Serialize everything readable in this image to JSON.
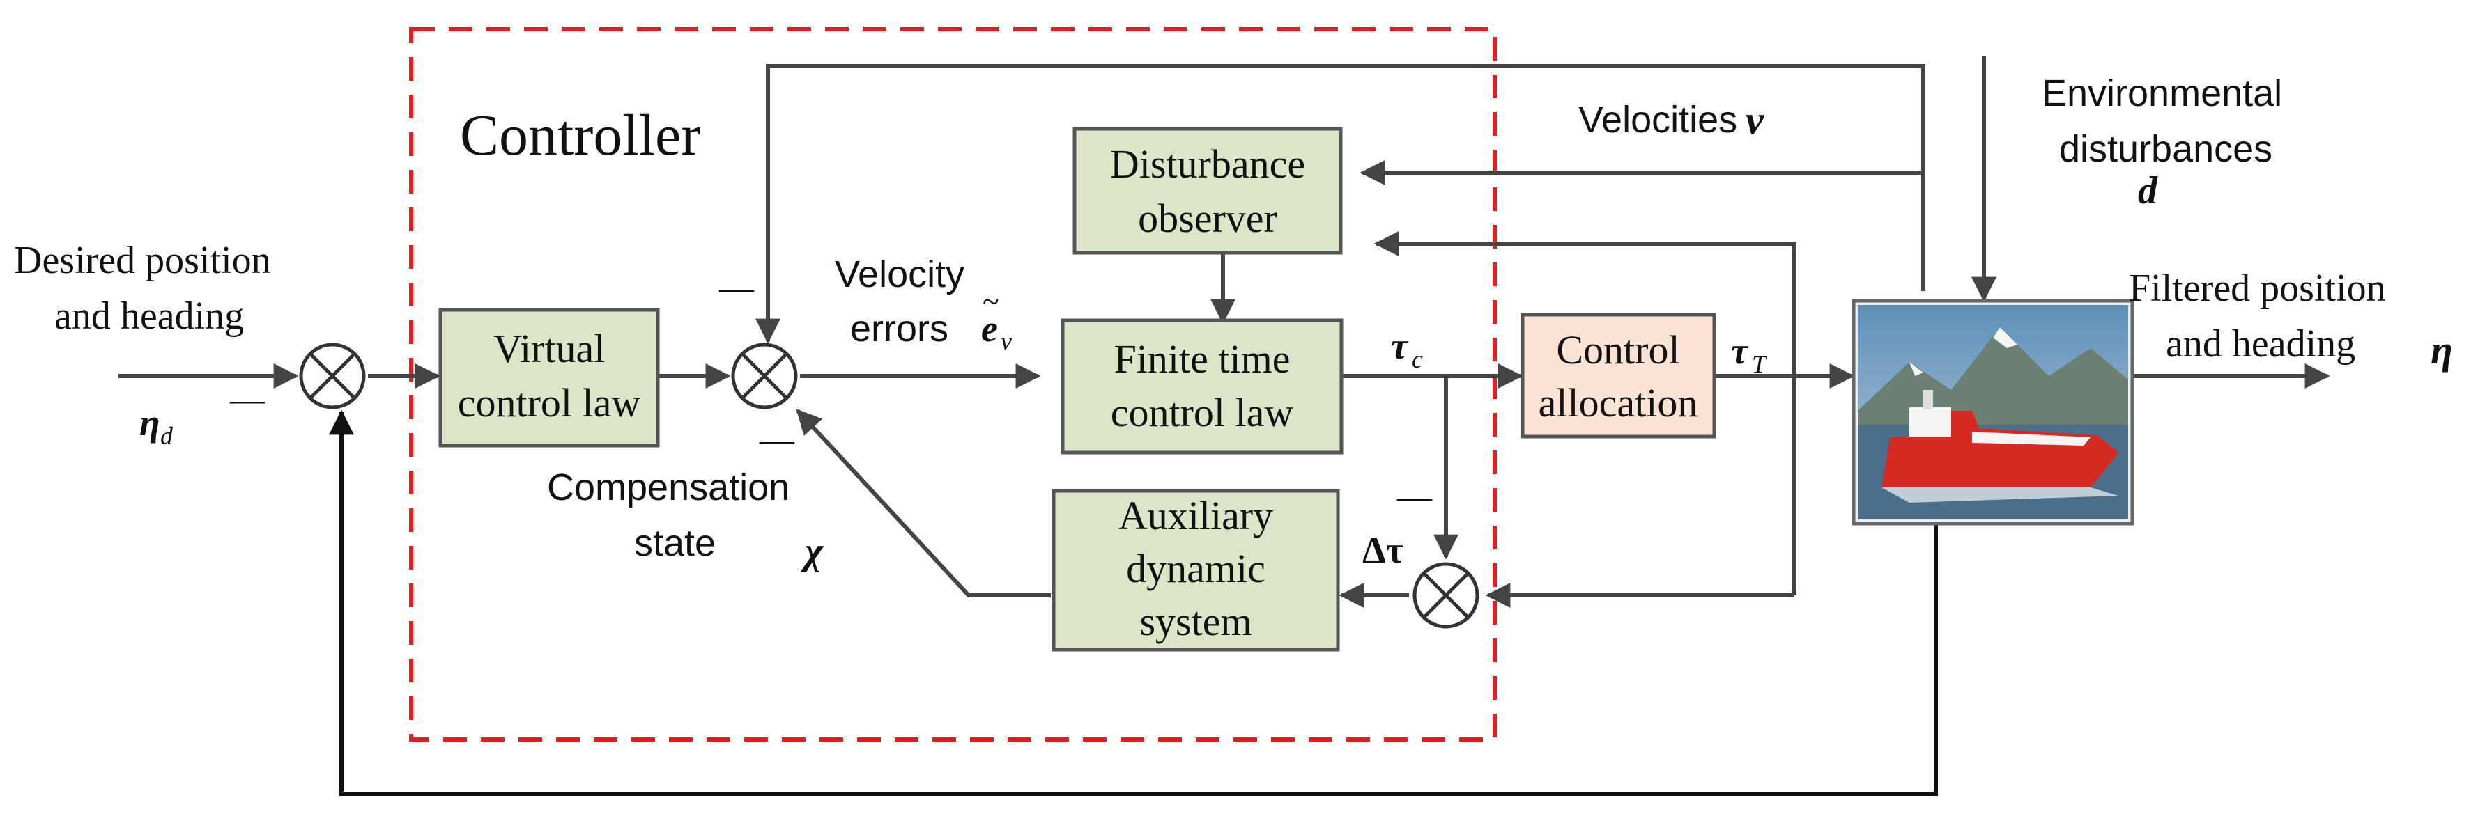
{
  "controller": {
    "label": "Controller"
  },
  "blocks": {
    "virtual_control": {
      "line1": "Virtual",
      "line2": "control law"
    },
    "disturbance_observer": {
      "line1": "Disturbance",
      "line2": "observer"
    },
    "finite_time": {
      "line1": "Finite time",
      "line2": "control law"
    },
    "control_allocation": {
      "line1": "Control",
      "line2": "allocation"
    },
    "auxiliary": {
      "line1": "Auxiliary",
      "line2": "dynamic",
      "line3": "system"
    }
  },
  "labels": {
    "desired_line1": "Desired position",
    "desired_line2": "and heading",
    "eta_d_main": "η",
    "eta_d_sub": "d",
    "velocity_errors_line1": "Velocity",
    "velocity_errors_line2": "errors",
    "e_main": "e",
    "e_tilde": "~",
    "e_sub": "v",
    "compensation_line1": "Compensation",
    "compensation_line2": "state",
    "chi": "χ",
    "tau_c_main": "τ",
    "tau_c_sub": "c",
    "tau_T_main": "τ",
    "tau_T_sub": "T",
    "delta_tau": "Δτ",
    "velocities": "Velocities",
    "nu": "v",
    "env_line1": "Environmental",
    "env_line2": "disturbances",
    "d": "d",
    "filtered_line1": "Filtered position",
    "filtered_line2": "and heading",
    "eta": "η",
    "minus": "—"
  },
  "vessel": {
    "icon": "ship-photo-icon",
    "colors": {
      "sky": "#7fa6c6",
      "water": "#4b6f8a",
      "hull": "#d42a22"
    }
  },
  "colors": {
    "block_fill": "#dbe6c9",
    "allocation_fill": "#fbe3d6",
    "controller_border": "#e02020"
  }
}
